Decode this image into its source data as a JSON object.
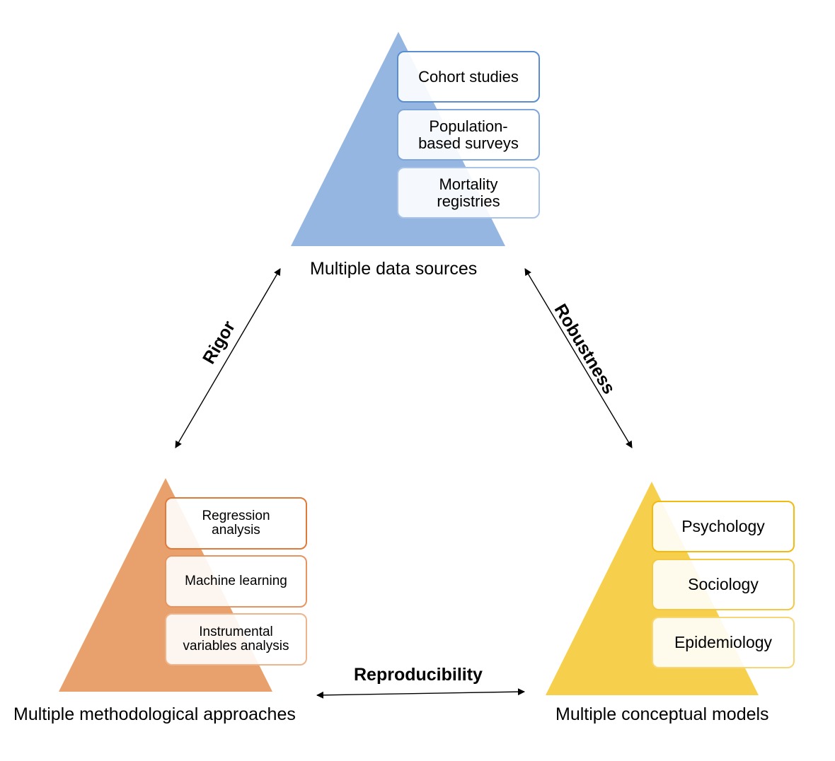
{
  "colors": {
    "blue_fill": "#94b6e0",
    "blue_border": "#5b8ed0",
    "orange_fill": "#e8a16c",
    "orange_border": "#e07a3a",
    "yellow_fill": "#f6d04d",
    "yellow_border": "#f2b90f",
    "arrow": "#000000"
  },
  "pyramids": [
    {
      "id": "data-sources",
      "caption": "Multiple data sources",
      "items": [
        {
          "line1": "Cohort studies",
          "line2": ""
        },
        {
          "line1": "Population-",
          "line2": "based surveys"
        },
        {
          "line1": "Mortality",
          "line2": "registries"
        }
      ]
    },
    {
      "id": "methodological-approaches",
      "caption": "Multiple methodological approaches",
      "items": [
        {
          "line1": "Regression",
          "line2": "analysis"
        },
        {
          "line1": "Machine learning",
          "line2": ""
        },
        {
          "line1": "Instrumental",
          "line2": "variables analysis"
        }
      ]
    },
    {
      "id": "conceptual-models",
      "caption": "Multiple conceptual models",
      "items": [
        {
          "line1": "Psychology",
          "line2": ""
        },
        {
          "line1": "Sociology",
          "line2": ""
        },
        {
          "line1": "Epidemiology",
          "line2": ""
        }
      ]
    }
  ],
  "relations": {
    "rigor": "Rigor",
    "robustness": "Robustness",
    "reproducibility": "Reproducibility"
  }
}
